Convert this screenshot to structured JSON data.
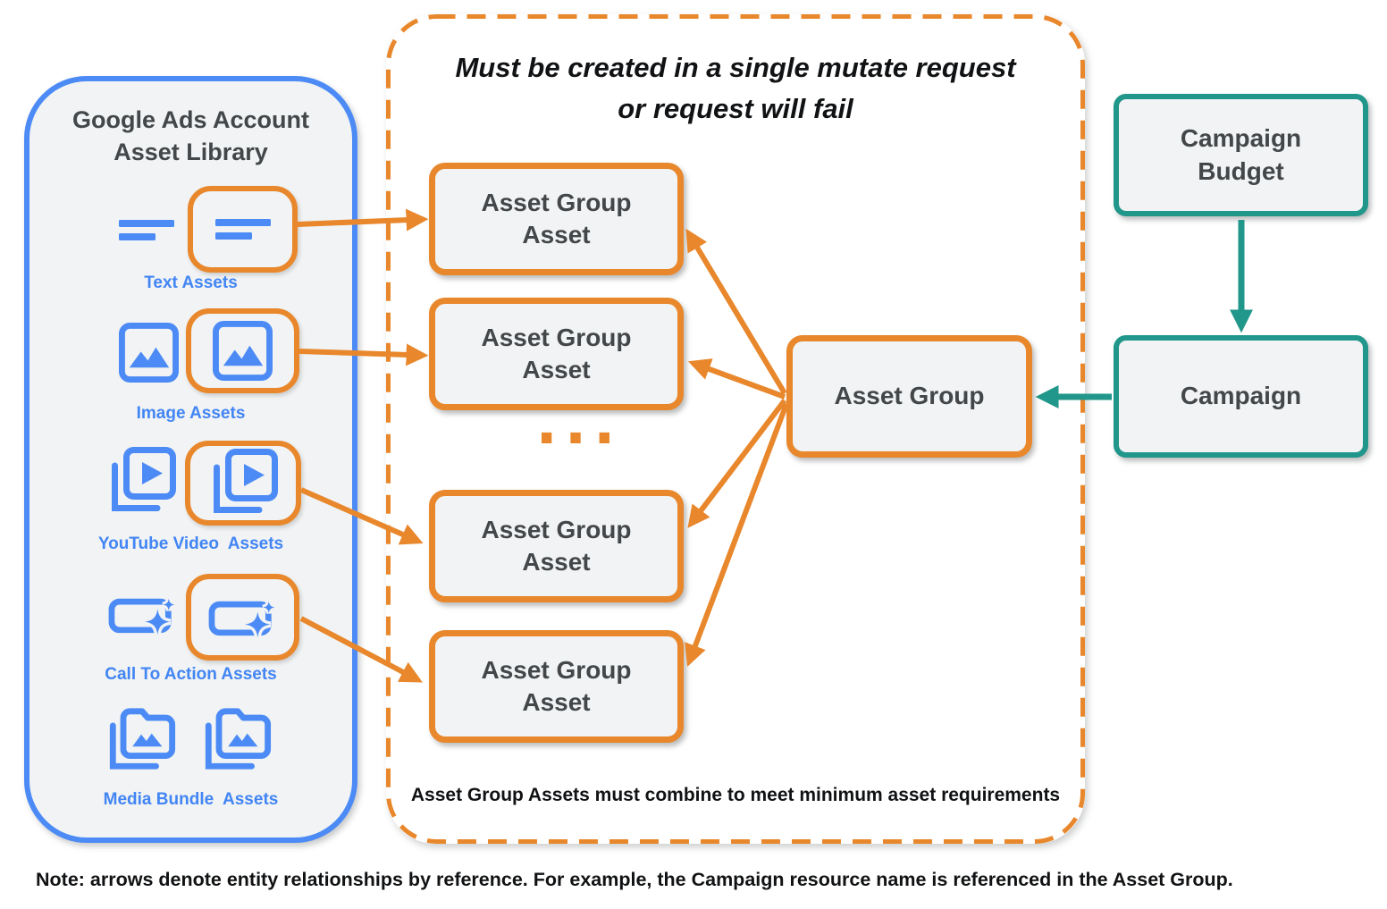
{
  "colors": {
    "orange": "#E8872B",
    "blue": "#4285F4",
    "teal": "#21968A",
    "box_fill": "#F1F3F4",
    "dark_text": "#434749"
  },
  "library": {
    "title": "Google Ads Account Asset Library",
    "items": [
      {
        "label": "Text Assets",
        "icon": "text-lines-icon",
        "highlighted": true
      },
      {
        "label": "Image Assets",
        "icon": "image-icon",
        "highlighted": true
      },
      {
        "label": "YouTube Video  Assets",
        "icon": "video-stack-icon",
        "highlighted": true
      },
      {
        "label": "Call To Action Assets",
        "icon": "cta-sparkle-icon",
        "highlighted": true
      },
      {
        "label": "Media Bundle  Assets",
        "icon": "media-bundle-icon",
        "highlighted": false
      }
    ]
  },
  "panel": {
    "heading_line1": "Must be created in a single mutate request",
    "heading_line2": "or request will fail",
    "asset_group_assets": [
      "Asset Group Asset",
      "Asset Group Asset",
      "Asset Group Asset",
      "Asset Group Asset"
    ],
    "ellipsis": "...",
    "asset_group_label": "Asset Group",
    "footnote": "Asset Group Assets must combine to meet minimum asset requirements"
  },
  "right": {
    "campaign_budget": "Campaign Budget",
    "campaign": "Campaign"
  },
  "note": "Note: arrows denote entity relationships by reference. For example, the Campaign resource name is referenced in the Asset Group."
}
